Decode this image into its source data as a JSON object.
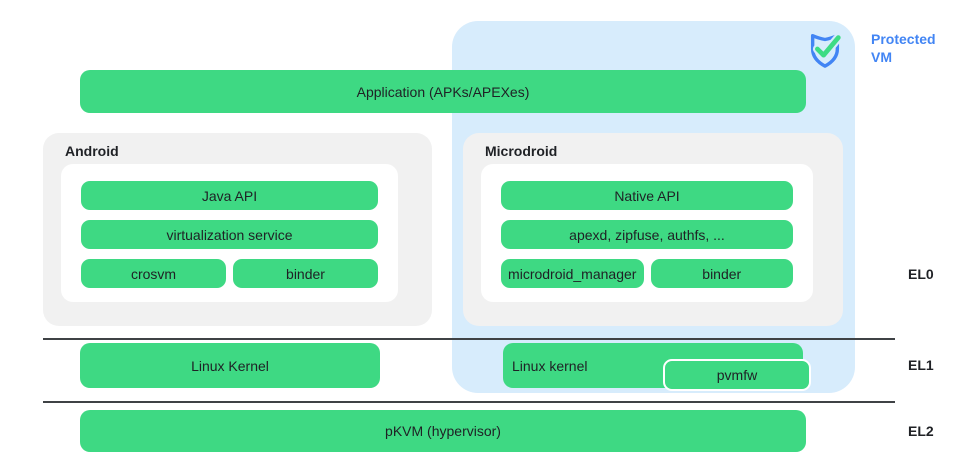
{
  "protected_vm": {
    "label": "Protected VM"
  },
  "application": {
    "label": "Application (APKs/APEXes)"
  },
  "android": {
    "title": "Android",
    "java_api": "Java API",
    "virtualization_service": "virtualization service",
    "crosvm": "crosvm",
    "binder": "binder"
  },
  "microdroid": {
    "title": "Microdroid",
    "native_api": "Native API",
    "apex_services": "apexd, zipfuse, authfs, ...",
    "microdroid_manager": "microdroid_manager",
    "binder": "binder"
  },
  "el1": {
    "linux_kernel_host": "Linux Kernel",
    "linux_kernel_guest": "Linux kernel",
    "pvmfw": "pvmfw"
  },
  "el2": {
    "pkvm": "pKVM (hypervisor)"
  },
  "exception_levels": {
    "el0": "EL0",
    "el1": "EL1",
    "el2": "EL2"
  },
  "colors": {
    "block_green": "#3ed983",
    "protected_blue_bg": "#d7ecfc",
    "accent_blue": "#4285f4",
    "env_gray": "#f1f1f1",
    "check_green": "#3ddc84"
  }
}
